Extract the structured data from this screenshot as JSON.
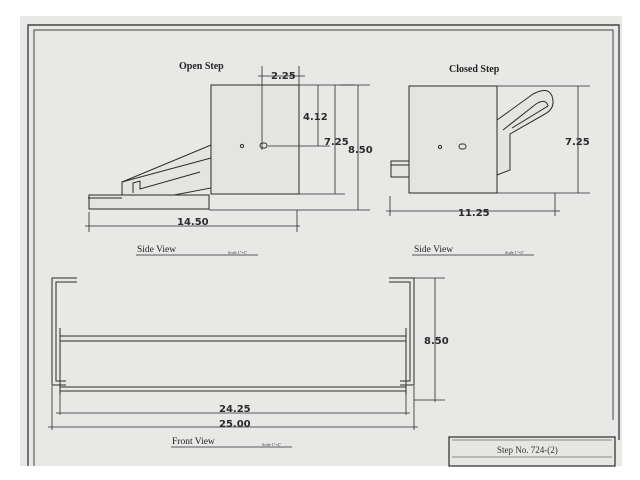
{
  "views": {
    "open_step": {
      "title": "Open Step"
    },
    "closed_step": {
      "title": "Closed Step"
    },
    "side_view_left": {
      "label": "Side View",
      "scale": "Scale 1\"=2\""
    },
    "side_view_right": {
      "label": "Side View",
      "scale": "Scale 1\"=2\""
    },
    "front_view": {
      "label": "Front View",
      "scale": "Scale 1\"=2\""
    }
  },
  "dimensions": {
    "open_top_width": "2.25",
    "open_inner_height": "4.12",
    "open_mid_height": "7.25",
    "open_total_height": "8.50",
    "open_length": "14.50",
    "closed_height": "7.25",
    "closed_length": "11.25",
    "front_height": "8.50",
    "front_inner_width": "24.25",
    "front_total_width": "25.00"
  },
  "title_block": {
    "step_no": "Step No. 724-(2)"
  },
  "colors": {
    "paper": "#eaeaea",
    "line": "#2a2a2a",
    "background": "#ffffff"
  }
}
